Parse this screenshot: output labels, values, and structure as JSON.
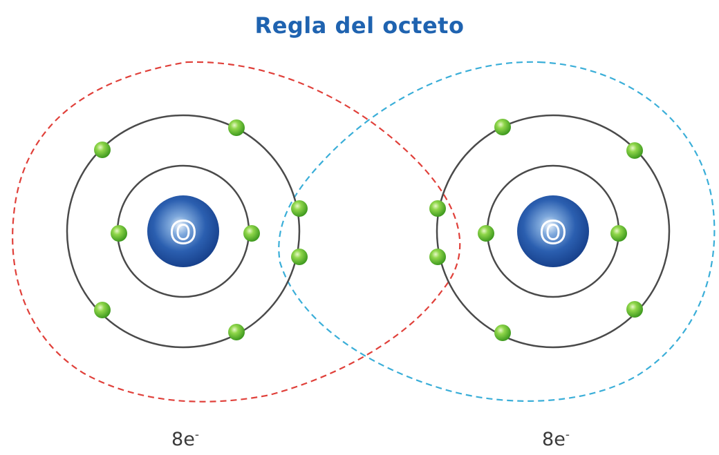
{
  "title": "Regla del octeto",
  "atoms": [
    {
      "symbol": "O",
      "valence_label": "8e",
      "charge_superscript": "-"
    },
    {
      "symbol": "O",
      "valence_label": "8e",
      "charge_superscript": "-"
    }
  ],
  "colors": {
    "title": "#1f63b0",
    "left_octet_boundary": "#e0403a",
    "right_octet_boundary": "#3aaed8",
    "electron": "#6cc23a",
    "nucleus": "#1d4fa0",
    "orbit": "#4a4a4a"
  }
}
